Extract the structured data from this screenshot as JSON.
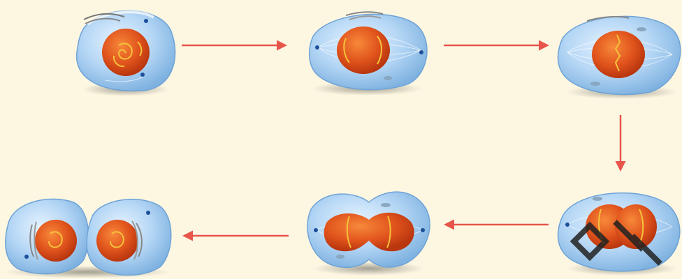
{
  "diagram": {
    "subject": "cell-division-cycle",
    "background_color": "#fdf7e2",
    "cell_color": "#a9d0f2",
    "cell_edge_color": "#6fa3d6",
    "nucleus_color": "#e0531c",
    "chromosome_color": "#f5c33b",
    "arrow_color": "#e8554a",
    "watermark_color": "#222222",
    "stages": [
      {
        "id": "stage-1",
        "shape": "single-nucleus"
      },
      {
        "id": "stage-2",
        "shape": "nucleus-with-spindle"
      },
      {
        "id": "stage-3",
        "shape": "aligned-chromosomes"
      },
      {
        "id": "stage-4",
        "shape": "separating-chromosomes"
      },
      {
        "id": "stage-5",
        "shape": "pinching-cell"
      },
      {
        "id": "stage-6",
        "shape": "two-daughter-cells"
      }
    ],
    "arrows": [
      {
        "from": "stage-1",
        "to": "stage-2",
        "direction": "right"
      },
      {
        "from": "stage-2",
        "to": "stage-3",
        "direction": "right"
      },
      {
        "from": "stage-3",
        "to": "stage-4",
        "direction": "down"
      },
      {
        "from": "stage-4",
        "to": "stage-5",
        "direction": "left"
      },
      {
        "from": "stage-5",
        "to": "stage-6",
        "direction": "left"
      }
    ]
  }
}
